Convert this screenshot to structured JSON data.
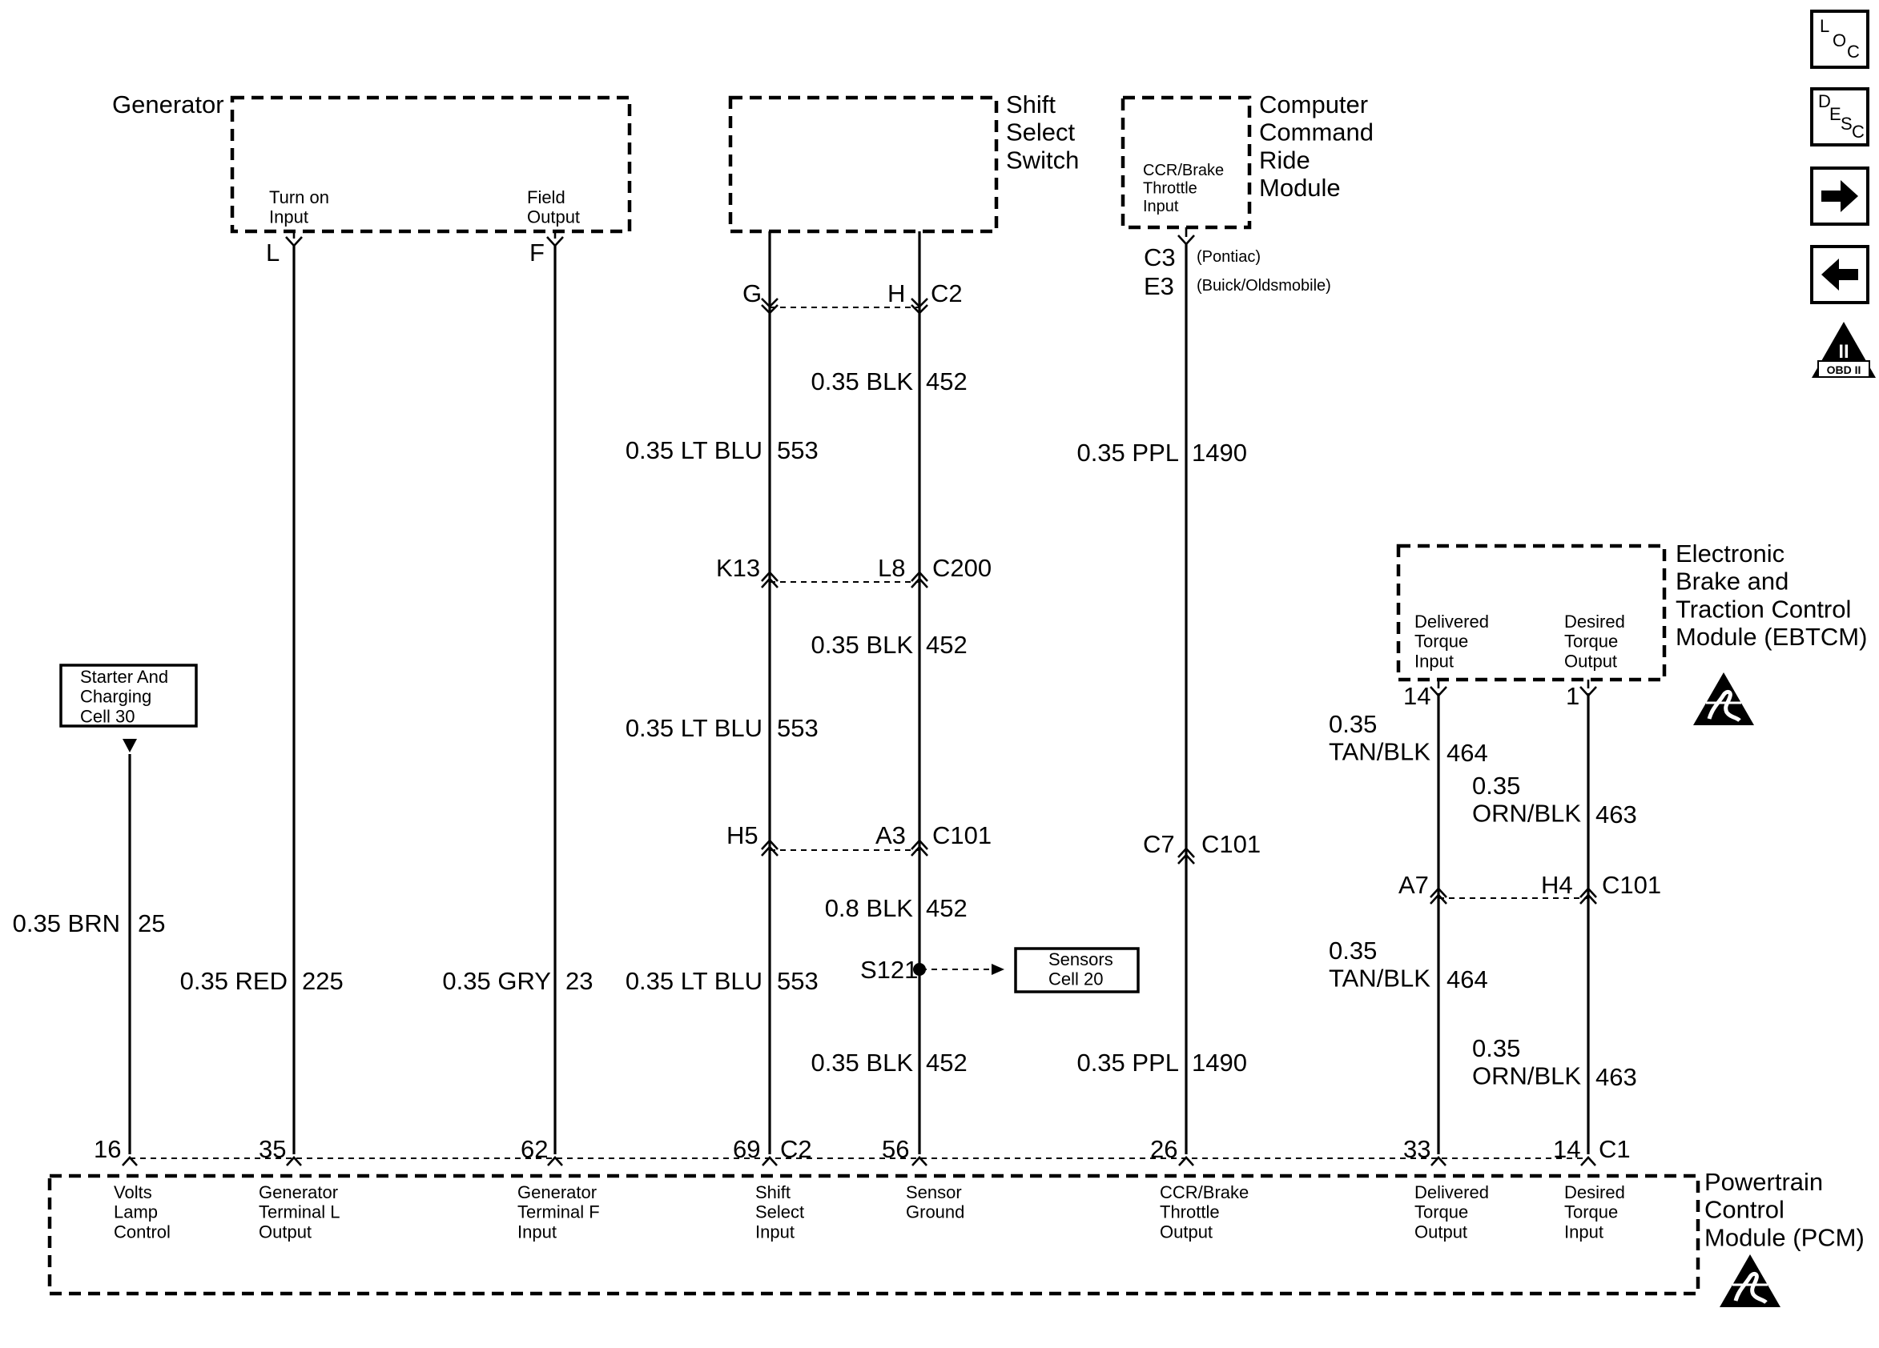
{
  "modules": {
    "generator": {
      "title": "Generator",
      "pin1": "Turn on\nInput",
      "pin2": "Field\nOutput"
    },
    "shift_select_switch": {
      "title": "Shift\nSelect\nSwitch"
    },
    "ccrm": {
      "title": "Computer\nCommand\nRide\nModule",
      "pin": "CCR/Brake\nThrottle\nInput"
    },
    "ebtcm": {
      "title": "Electronic\nBrake and\nTraction Control\nModule (EBTCM)",
      "pin1": "Delivered\nTorque\nInput",
      "pin2": "Desired\nTorque\nOutput"
    },
    "pcm": {
      "title": "Powertrain\nControl\nModule (PCM)",
      "pins": [
        "Volts\nLamp\nControl",
        "Generator\nTerminal L\nOutput",
        "Generator\nTerminal F\nInput",
        "Shift\nSelect\nInput",
        "Sensor\nGround",
        "CCR/Brake\nThrottle\nOutput",
        "Delivered\nTorque\nOutput",
        "Desired\nTorque\nInput"
      ]
    }
  },
  "refs": {
    "starter": "Starter And\nCharging\nCell 30",
    "sensors": "Sensors\nCell 20"
  },
  "wires": {
    "w25": {
      "color": "0.35 BRN",
      "circuit": "25"
    },
    "w225": {
      "color": "0.35 RED",
      "circuit": "225"
    },
    "w23": {
      "color": "0.35 GRY",
      "circuit": "23"
    },
    "w553a": {
      "color": "0.35 LT BLU",
      "circuit": "553"
    },
    "w553b": {
      "color": "0.35 LT BLU",
      "circuit": "553"
    },
    "w553c": {
      "color": "0.35 LT BLU",
      "circuit": "553"
    },
    "w452a": {
      "color": "0.35 BLK",
      "circuit": "452"
    },
    "w452b": {
      "color": "0.35 BLK",
      "circuit": "452"
    },
    "w452c": {
      "color": "0.8 BLK",
      "circuit": "452"
    },
    "w452d": {
      "color": "0.35 BLK",
      "circuit": "452"
    },
    "w1490a": {
      "color": "0.35 PPL",
      "circuit": "1490"
    },
    "w1490b": {
      "color": "0.35 PPL",
      "circuit": "1490"
    },
    "w464a": {
      "color": "0.35\nTAN/BLK",
      "circuit": "464"
    },
    "w464b": {
      "color": "0.35\nTAN/BLK",
      "circuit": "464"
    },
    "w463a": {
      "color": "0.35\nORN/BLK",
      "circuit": "463"
    },
    "w463b": {
      "color": "0.35\nORN/BLK",
      "circuit": "463"
    }
  },
  "connectors": {
    "gen_L": "L",
    "gen_F": "F",
    "ss_G": "G",
    "ss_H": "H",
    "ss_C2": "C2",
    "c200_K13": "K13",
    "c200_L8": "L8",
    "c200": "C200",
    "c101_H5": "H5",
    "c101_A3": "A3",
    "c101_a": "C101",
    "splice": "S121",
    "cc_C3": "C3",
    "cc_E3": "E3",
    "cc_pontiac": "(Pontiac)",
    "cc_buick": "(Buick/Oldsmobile)",
    "c101_C7": "C7",
    "c101_b": "C101",
    "eb_14": "14",
    "eb_1": "1",
    "c101_A7": "A7",
    "c101_H4": "H4",
    "c101_c": "C101",
    "pcm_16": "16",
    "pcm_35": "35",
    "pcm_62": "62",
    "pcm_69": "69",
    "pcm_C2": "C2",
    "pcm_56": "56",
    "pcm_26": "26",
    "pcm_33": "33",
    "pcm_14": "14",
    "pcm_C1": "C1"
  },
  "nav": {
    "loc": [
      "L",
      "O",
      "C"
    ],
    "desc": [
      "D",
      "E",
      "S",
      "C"
    ],
    "obd": [
      "II",
      "OBD II"
    ]
  }
}
